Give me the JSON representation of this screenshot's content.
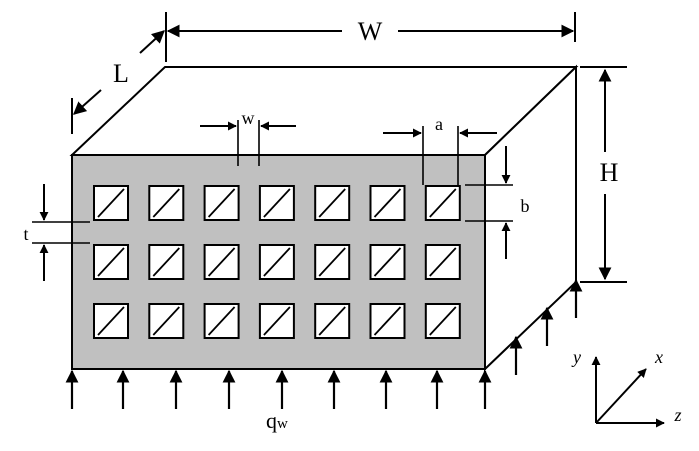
{
  "labels": {
    "width": "W",
    "length": "L",
    "height": "H",
    "channel_width": "w",
    "pitch_a": "a",
    "pitch_b": "b",
    "thickness": "t",
    "heat_flux": "q",
    "heat_flux_sub": "w"
  },
  "axes": {
    "x": "x",
    "y": "y",
    "z": "z"
  },
  "grid": {
    "rows": 3,
    "cols": 7
  },
  "colors": {
    "face": "#c0c0c0",
    "line": "#000000",
    "background": "#ffffff"
  },
  "icons": {
    "flux_arrow": "arrow-up-icon",
    "dimension_arrow": "arrow-icon"
  }
}
